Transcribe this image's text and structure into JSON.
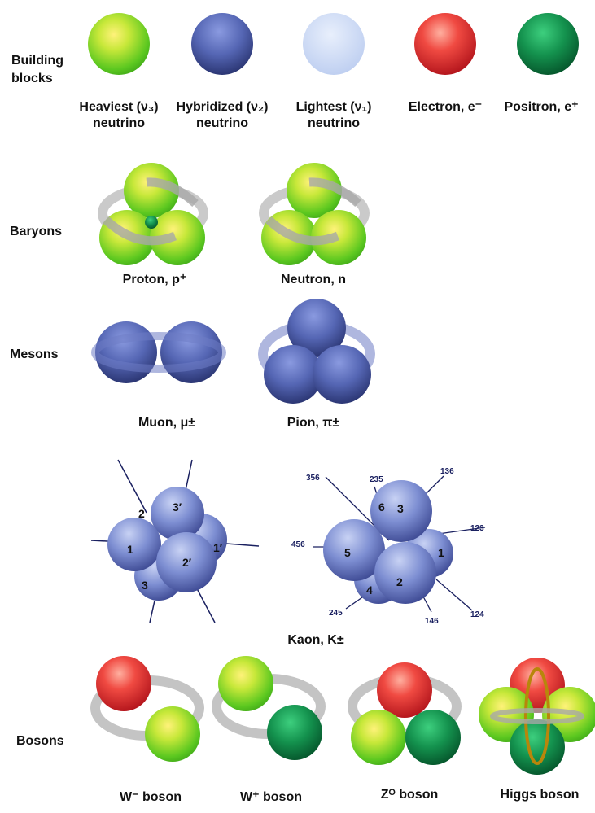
{
  "rows": {
    "building_blocks": "Building blocks",
    "baryons": "Baryons",
    "mesons": "Mesons",
    "bosons": "Bosons"
  },
  "building_blocks": [
    {
      "name": "Heaviest (ν₃)",
      "sub": "neutrino"
    },
    {
      "name": "Hybridized (ν₂)",
      "sub": "neutrino"
    },
    {
      "name": "Lightest (ν₁)",
      "sub": "neutrino"
    },
    {
      "name": "Electron, e⁻",
      "sub": ""
    },
    {
      "name": "Positron, e⁺",
      "sub": ""
    }
  ],
  "baryons": {
    "proton": "Proton, p⁺",
    "neutron": "Neutron, n"
  },
  "mesons": {
    "muon": "Muon, μ±",
    "pion": "Pion, π±"
  },
  "kaon": {
    "label": "Kaon, K±",
    "left_numbers": [
      "3′",
      "2",
      "1",
      "1′",
      "2′",
      "3"
    ],
    "right_numbers": [
      "3",
      "6",
      "5",
      "1",
      "4",
      "2"
    ],
    "right_axes": [
      "356",
      "235",
      "136",
      "123",
      "456",
      "245",
      "146",
      "124"
    ]
  },
  "bosons": {
    "w_minus": "W⁻ boson",
    "w_plus": "W⁺ boson",
    "z0": "Zᴼ boson",
    "higgs": "Higgs boson"
  },
  "colors": {
    "heavy_neutrino": "#7fd42a",
    "hybrid_neutrino": "#4a5aa8",
    "light_neutrino": "#cfdcf6",
    "electron": "#e02a2a",
    "positron": "#0f8a48",
    "arrow": "#9a9a9a",
    "higgs_ring": "#b8860b"
  }
}
